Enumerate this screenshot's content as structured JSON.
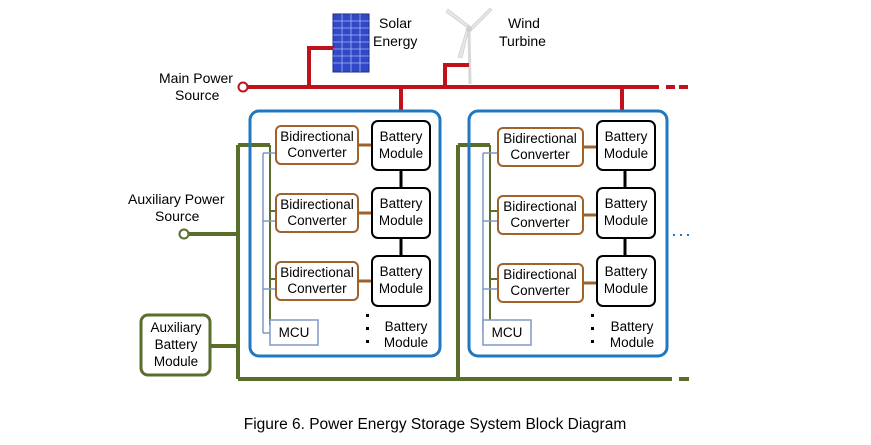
{
  "diagram": {
    "title": "Figure 6. Power Energy Storage System Block Diagram",
    "sources": {
      "solar": [
        "Solar",
        "Energy"
      ],
      "wind": [
        "Wind",
        "Turbine"
      ],
      "main_power": [
        "Main Power",
        "Source"
      ],
      "aux_power": [
        "Auxiliary Power",
        "Source"
      ]
    },
    "aux_battery": [
      "Auxiliary",
      "Battery",
      "Module"
    ],
    "cluster": {
      "converter_label": [
        "Bidirectional",
        "Converter"
      ],
      "battery_label": [
        "Battery",
        "Module"
      ],
      "mcu_label": "MCU",
      "extra_battery_label": [
        "Battery",
        "Module"
      ]
    },
    "colors": {
      "main_bus": "#c0121c",
      "aux_bus": "#5a6e2c",
      "cluster_border": "#1f78c1",
      "converter_border": "#a0622a",
      "mcu_border": "#7e98c4",
      "solar_panel": "#3148c9"
    }
  }
}
